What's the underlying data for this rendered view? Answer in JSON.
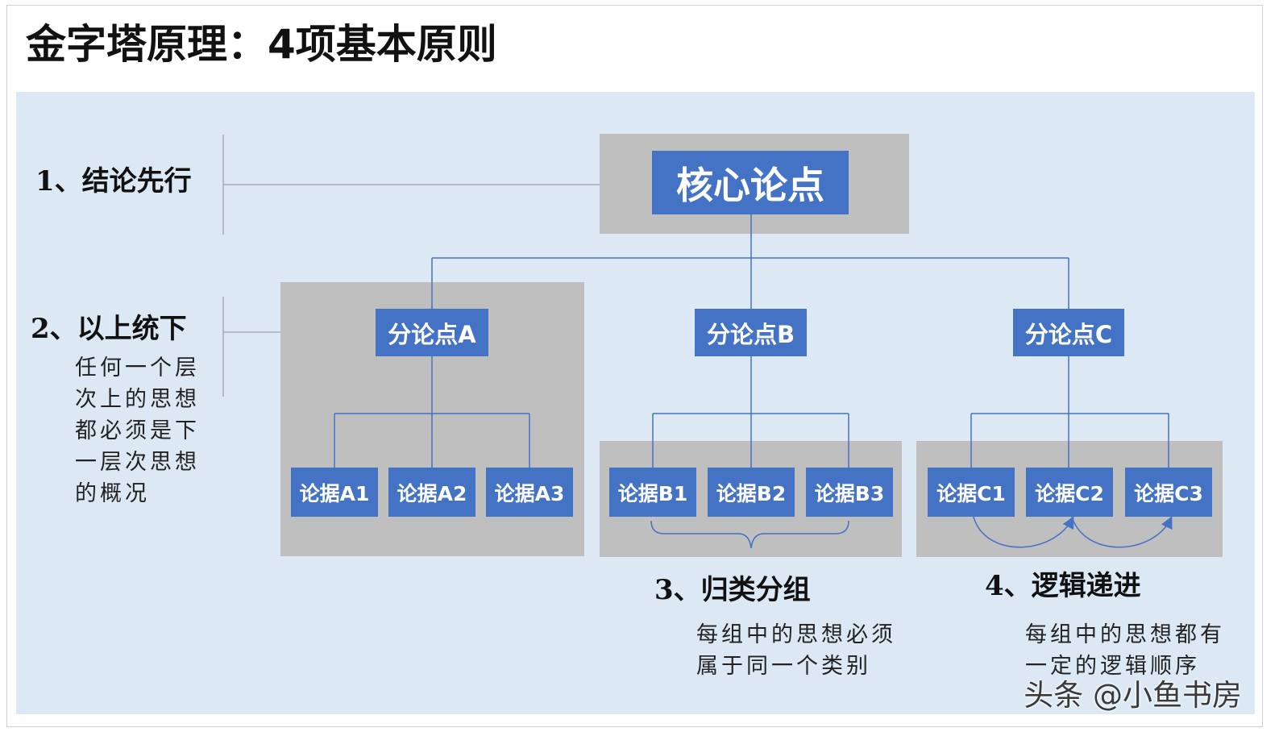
{
  "title": "金字塔原理：4项基本原则",
  "core_node": "核心论点",
  "sub_nodes": [
    "分论点A",
    "分论点B",
    "分论点C"
  ],
  "leaf_nodes": {
    "a": [
      "论据A1",
      "论据A2",
      "论据A3"
    ],
    "b": [
      "论据B1",
      "论据B2",
      "论据B3"
    ],
    "c": [
      "论据C1",
      "论据C2",
      "论据C3"
    ]
  },
  "principles": [
    {
      "heading": "1、结论先行",
      "description": ""
    },
    {
      "heading": "2、以上统下",
      "description": [
        "任何一个层",
        "次上的思想",
        "都必须是下",
        "一层次思想",
        "的概况"
      ]
    },
    {
      "heading": "3、归类分组",
      "description": [
        "每组中的思想必须",
        "属于同一个类别"
      ]
    },
    {
      "heading": "4、逻辑递进",
      "description": [
        "每组中的思想都有",
        "一定的逻辑顺序"
      ]
    }
  ],
  "watermark": "头条 @小鱼书房",
  "colors": {
    "node": "#4472c4",
    "panel": "#dce9f5",
    "group": "#bfbfbf",
    "connector": "#4472c4",
    "guide": "#8a9099"
  }
}
